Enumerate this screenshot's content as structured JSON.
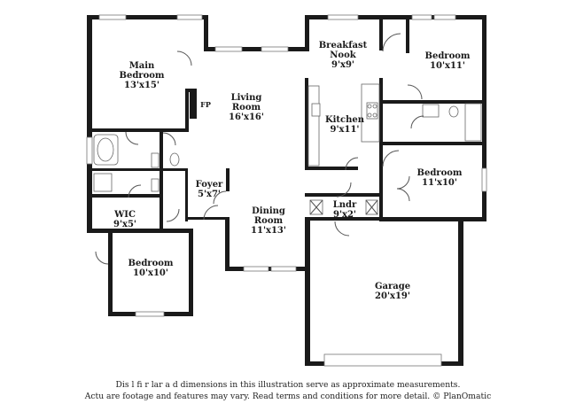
{
  "rooms": {
    "main_bedroom": {
      "name": "Main Bedroom",
      "line1": "Main",
      "line2": "Bedroom",
      "dims": "13'x15'"
    },
    "living_room": {
      "line1": "Living",
      "line2": "Room",
      "dims": "16'x16'"
    },
    "breakfast_nook": {
      "line1": "Breakfast",
      "line2": "Nook",
      "dims": "9'x9'"
    },
    "bedroom_ne": {
      "line1": "Bedroom",
      "dims": "10'x11'"
    },
    "kitchen": {
      "line1": "Kitchen",
      "dims": "9'x11'"
    },
    "bedroom_e": {
      "line1": "Bedroom",
      "dims": "11'x10'"
    },
    "foyer": {
      "line1": "Foyer",
      "dims": "5'x7'"
    },
    "dining_room": {
      "line1": "Dining",
      "line2": "Room",
      "dims": "11'x13'"
    },
    "laundry": {
      "line1": "Lndr",
      "dims": "9'x2'"
    },
    "wic": {
      "line1": "WIC",
      "dims": "9'x5'"
    },
    "bedroom_sw": {
      "line1": "Bedroom",
      "dims": "10'x10'"
    },
    "garage": {
      "line1": "Garage",
      "dims": "20'x19'"
    }
  },
  "fireplace_label": "FP",
  "disclaimer": {
    "line1": "Dis     l  fi  r  lar  a      d  dimensions in this illustration serve as approximate measurements.",
    "line2": "Actu       are footage and features may vary. Read terms and conditions for more detail. © PlanOmatic"
  },
  "colors": {
    "wall": "#1a1a1a",
    "background": "#ffffff",
    "text": "#1a1a1a"
  }
}
